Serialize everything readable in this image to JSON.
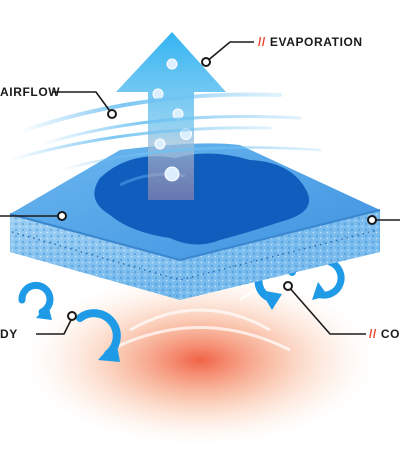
{
  "labels": {
    "evaporation": {
      "slash": "//",
      "text": "EVAPORATION"
    },
    "airflow": {
      "text": "AIRFLOW"
    },
    "body": {
      "text": "DY"
    },
    "cooling": {
      "slash": "//",
      "text": "CO"
    }
  },
  "colors": {
    "heat": "#f06a4a",
    "water": "#1a6fd1",
    "fabric_top": "#5aa9ea",
    "fabric_side": "#8fc6ef",
    "arrow": "#1e9ae6",
    "label_accent": "#e8452a"
  },
  "icons": [
    "up-arrow-icon",
    "bubble-icon",
    "circular-arrow-icon",
    "leader-line-icon"
  ]
}
